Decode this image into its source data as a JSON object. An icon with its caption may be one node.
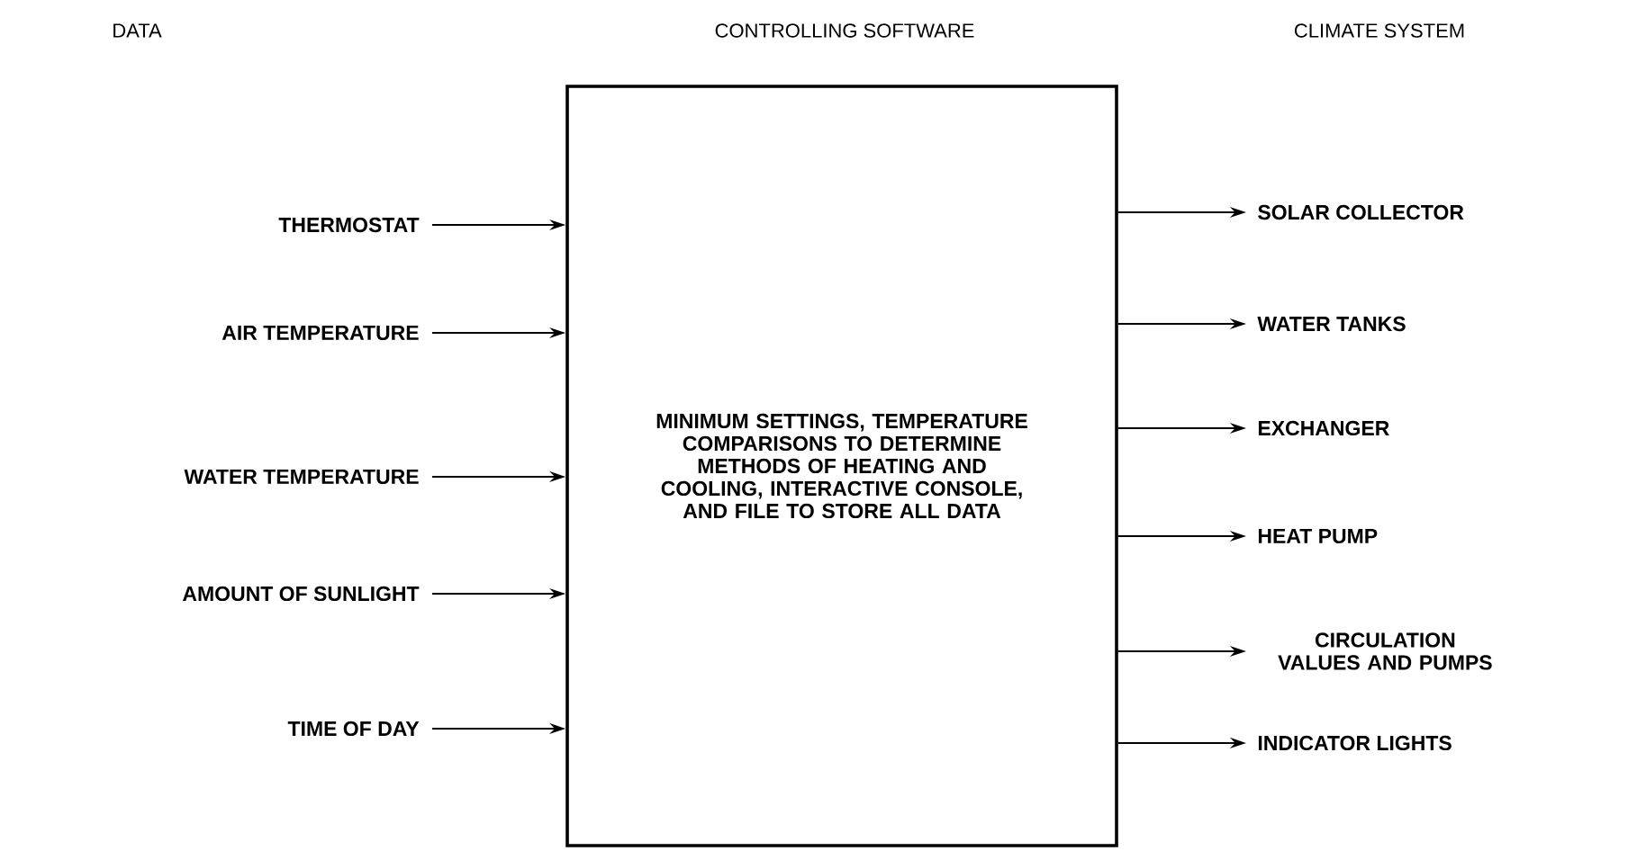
{
  "diagram": {
    "nodes": [
      {
        "text": [
          "MINIMUM SETTINGS, TEMPERATURE COMPARISONS TO DETERMINE METHODS OF HEATING AND COOLING, INTERACTIVE CONSOLE, AND FILE TO STORE ALL DATA"
        ]
      },
      {
        "text": [
          "THERMOSTAT"
        ]
      },
      {
        "text": [
          "AIR TEMPERATURE"
        ]
      },
      {
        "text": [
          "WATER TEMPERATURE"
        ]
      },
      {
        "text": [
          "AMOUNT OF SUNLIGHT"
        ]
      },
      {
        "text": [
          "TIME OF DAY"
        ]
      },
      {
        "text": [
          "SOLAR COLLECTOR"
        ]
      },
      {
        "text": [
          "WATER TANKS"
        ]
      },
      {
        "text": [
          "EXCHANGER"
        ]
      },
      {
        "text": [
          "HEAT PUMP"
        ]
      },
      {
        "text": [
          "CIRCULATION VALUES AND PUMPS"
        ]
      },
      {
        "text": [
          "INDICATOR LIGHTS"
        ]
      }
    ],
    "edges": [
      {
        "from": 1,
        "to": 0,
        "arrow": "to"
      },
      {
        "from": 2,
        "to": 0,
        "arrow": "to"
      },
      {
        "from": 3,
        "to": 0,
        "arrow": "to"
      },
      {
        "from": 4,
        "to": 0,
        "arrow": "to"
      },
      {
        "from": 5,
        "to": 0,
        "arrow": "to"
      },
      {
        "from": 0,
        "to": 6,
        "arrow": "to"
      },
      {
        "from": 0,
        "to": 7,
        "arrow": "to"
      },
      {
        "from": 0,
        "to": 8,
        "arrow": "to"
      },
      {
        "from": 0,
        "to": 9,
        "arrow": "to"
      },
      {
        "from": 0,
        "to": 10,
        "arrow": "to"
      },
      {
        "from": 0,
        "to": 11,
        "arrow": "to"
      }
    ],
    "labels": [
      "DATA",
      "CONTROLLING SOFTWARE",
      "CLIMATE SYSTEM"
    ]
  }
}
